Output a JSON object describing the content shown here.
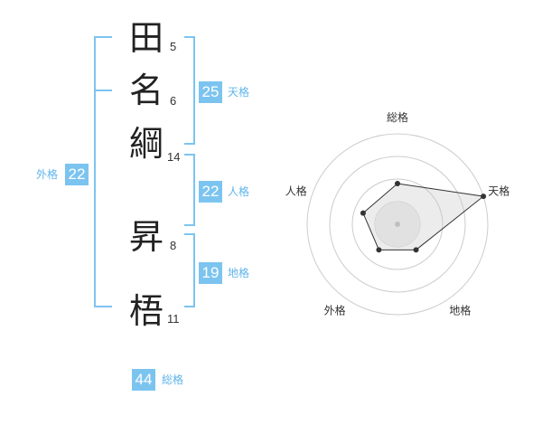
{
  "name_chars": [
    {
      "char": "田",
      "strokes": "5"
    },
    {
      "char": "名",
      "strokes": "6"
    },
    {
      "char": "綱",
      "strokes": "14"
    },
    {
      "char": "昇",
      "strokes": "8"
    },
    {
      "char": "梧",
      "strokes": "11"
    }
  ],
  "kakusu": {
    "tenkaku": {
      "value": "25",
      "label": "天格"
    },
    "jinkaku": {
      "value": "22",
      "label": "人格"
    },
    "chikaku": {
      "value": "19",
      "label": "地格"
    },
    "gaikaku": {
      "value": "22",
      "label": "外格"
    },
    "soukaku": {
      "value": "44",
      "label": "総格"
    }
  },
  "colors": {
    "accent": "#7cc4f0",
    "accent_text": "#5fb5ea"
  },
  "chart_data": {
    "type": "radar",
    "axes": [
      "総格",
      "天格",
      "地格",
      "外格",
      "人格"
    ],
    "values": [
      0.45,
      1.0,
      0.35,
      0.35,
      0.4
    ],
    "rings": 4
  }
}
